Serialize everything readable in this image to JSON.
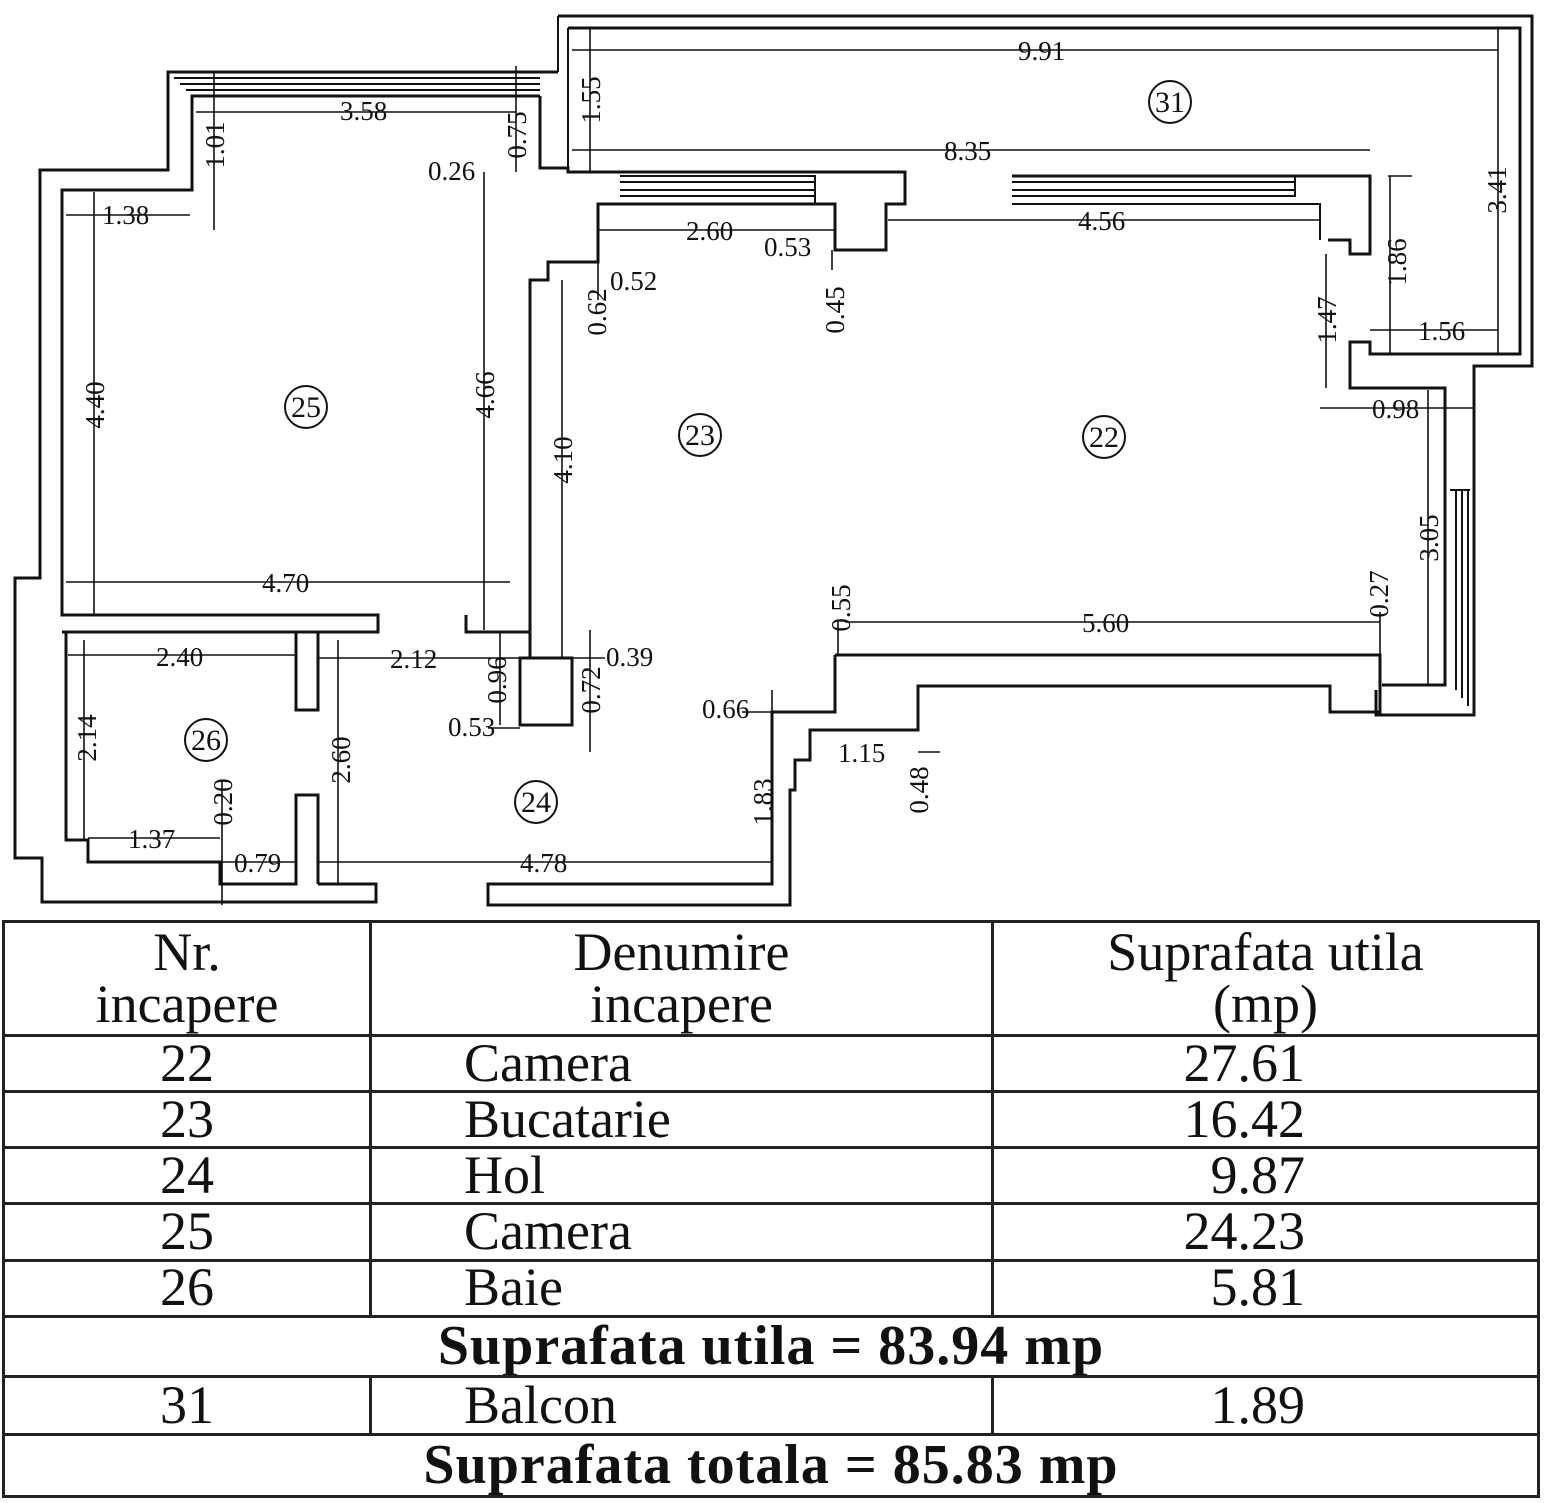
{
  "rooms": [
    {
      "id": "22",
      "label": "22"
    },
    {
      "id": "23",
      "label": "23"
    },
    {
      "id": "24",
      "label": "24"
    },
    {
      "id": "25",
      "label": "25"
    },
    {
      "id": "26",
      "label": "26"
    },
    {
      "id": "31",
      "label": "31"
    }
  ],
  "dimensions": {
    "d991": "9.91",
    "d155": "1.55",
    "d835": "8.35",
    "d341": "3.41",
    "d358": "3.58",
    "d101": "1.01",
    "d075": "0.75",
    "d026": "0.26",
    "d138": "1.38",
    "d440": "4.40",
    "d466": "4.66",
    "d470": "4.70",
    "d260a": "2.60",
    "d053a": "0.53",
    "d052": "0.52",
    "d062": "0.62",
    "d045": "0.45",
    "d410": "4.10",
    "d456": "4.56",
    "d186": "1.86",
    "d147": "1.47",
    "d156": "1.56",
    "d098": "0.98",
    "d305": "3.05",
    "d027": "0.27",
    "d560": "5.60",
    "d055": "0.55",
    "d240": "2.40",
    "d212": "2.12",
    "d096": "0.96",
    "d039": "0.39",
    "d072": "0.72",
    "d053b": "0.53",
    "d066": "0.66",
    "d115": "1.15",
    "d048": "0.48",
    "d183": "1.83",
    "d214": "2.14",
    "d260b": "2.60",
    "d020": "0.20",
    "d137": "1.37",
    "d079": "0.79",
    "d478": "4.78"
  },
  "table": {
    "headers": {
      "nr": [
        "Nr.",
        "incapere"
      ],
      "name": [
        "Denumire",
        "incapere"
      ],
      "area": [
        "Suprafata utila",
        "(mp)"
      ]
    },
    "rows": [
      {
        "nr": "22",
        "name": "Camera",
        "area": "27.61"
      },
      {
        "nr": "23",
        "name": "Bucatarie",
        "area": "16.42"
      },
      {
        "nr": "24",
        "name": "Hol",
        "area": "9.87"
      },
      {
        "nr": "25",
        "name": "Camera",
        "area": "24.23"
      },
      {
        "nr": "26",
        "name": "Baie",
        "area": "5.81"
      }
    ],
    "useful_total": "Suprafata utila = 83.94 mp",
    "balcony": {
      "nr": "31",
      "name": "Balcon",
      "area": "1.89"
    },
    "grand_total": "Suprafata totala = 85.83 mp"
  }
}
